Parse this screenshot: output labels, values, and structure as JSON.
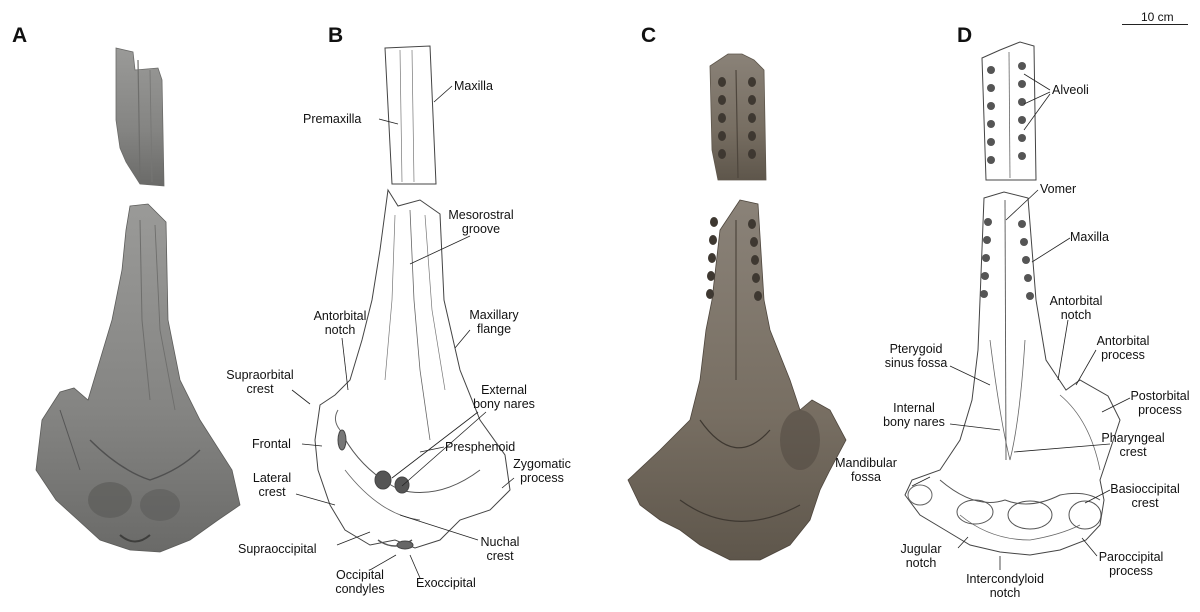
{
  "panels": {
    "a": "A",
    "b": "B",
    "c": "C",
    "d": "D"
  },
  "scale_bar": {
    "label": "10 cm"
  },
  "labels_b": {
    "maxilla": "Maxilla",
    "premaxilla": "Premaxilla",
    "mesorostral_1": "Mesorostral",
    "mesorostral_2": "groove",
    "antorbital_notch_1": "Antorbital",
    "antorbital_notch_2": "notch",
    "maxillary_flange_1": "Maxillary",
    "maxillary_flange_2": "flange",
    "supraorbital_1": "Supraorbital",
    "supraorbital_2": "crest",
    "external_nares_1": "External",
    "external_nares_2": "bony nares",
    "frontal": "Frontal",
    "presphenoid": "Presphenoid",
    "zygomatic_1": "Zygomatic",
    "zygomatic_2": "process",
    "lateral_crest_1": "Lateral",
    "lateral_crest_2": "crest",
    "nuchal_1": "Nuchal",
    "nuchal_2": "crest",
    "supraoccipital": "Supraoccipital",
    "occipital_1": "Occipital",
    "occipital_2": "condyles",
    "exoccipital": "Exoccipital"
  },
  "labels_d": {
    "alveoli": "Alveoli",
    "vomer": "Vomer",
    "maxilla": "Maxilla",
    "antorbital_notch_1": "Antorbital",
    "antorbital_notch_2": "notch",
    "pterygoid_1": "Pterygoid",
    "pterygoid_2": "sinus fossa",
    "antorbital_process_1": "Antorbital",
    "antorbital_process_2": "process",
    "postorbital_1": "Postorbital",
    "postorbital_2": "process",
    "internal_nares_1": "Internal",
    "internal_nares_2": "bony nares",
    "pharyngeal_1": "Pharyngeal",
    "pharyngeal_2": "crest",
    "mandibular_1": "Mandibular",
    "mandibular_2": "fossa",
    "basioccipital_1": "Basioccipital",
    "basioccipital_2": "crest",
    "jugular_1": "Jugular",
    "jugular_2": "notch",
    "paroccipital_1": "Paroccipital",
    "paroccipital_2": "process",
    "intercondyloid_1": "Intercondyloid",
    "intercondyloid_2": "notch"
  },
  "colors": {
    "photo_a": "#8a8a88",
    "photo_a_dark": "#5c5c5a",
    "photo_c": "#7d7468",
    "photo_c_dark": "#4e463d",
    "drawing_line": "#444444"
  }
}
